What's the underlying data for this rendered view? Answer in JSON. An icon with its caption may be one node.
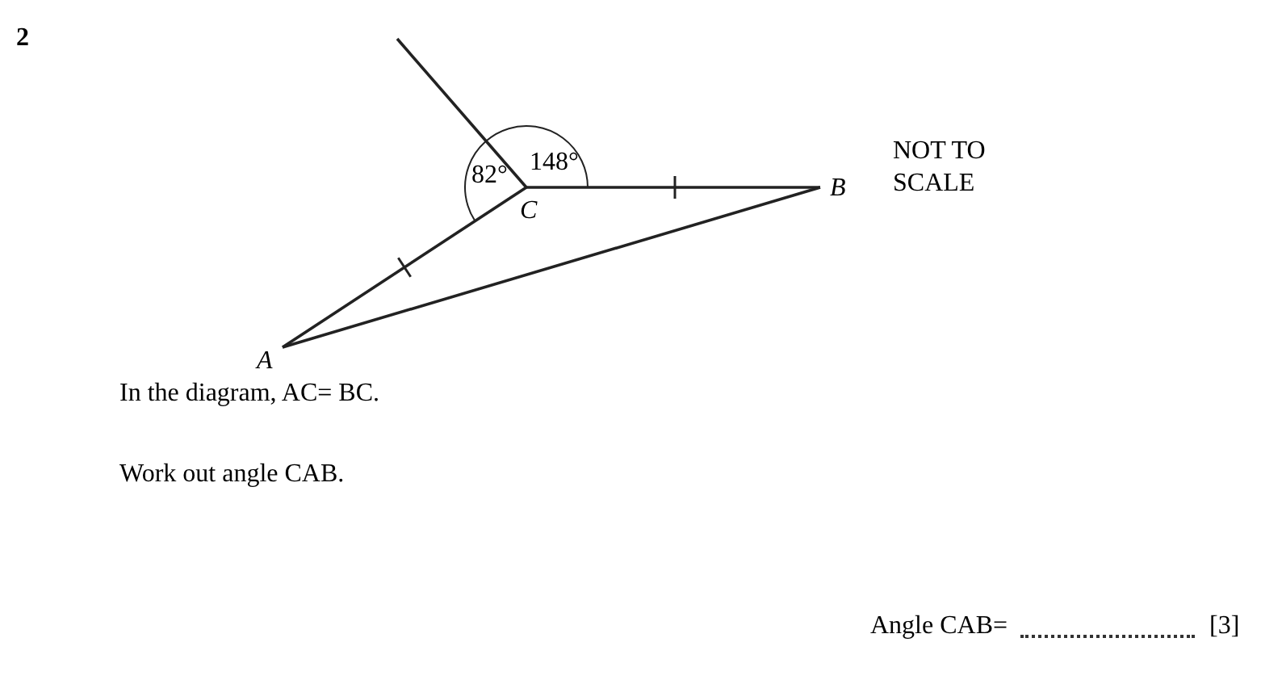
{
  "diagram": {
    "labels": [
      "2",
      "148°",
      "82°",
      "C",
      "B",
      "A",
      "NOT TO SCALE",
      "In the diagram, AC= BC.",
      "Work out angle CAB.",
      "Angle CAB=",
      "[3]"
    ]
  }
}
